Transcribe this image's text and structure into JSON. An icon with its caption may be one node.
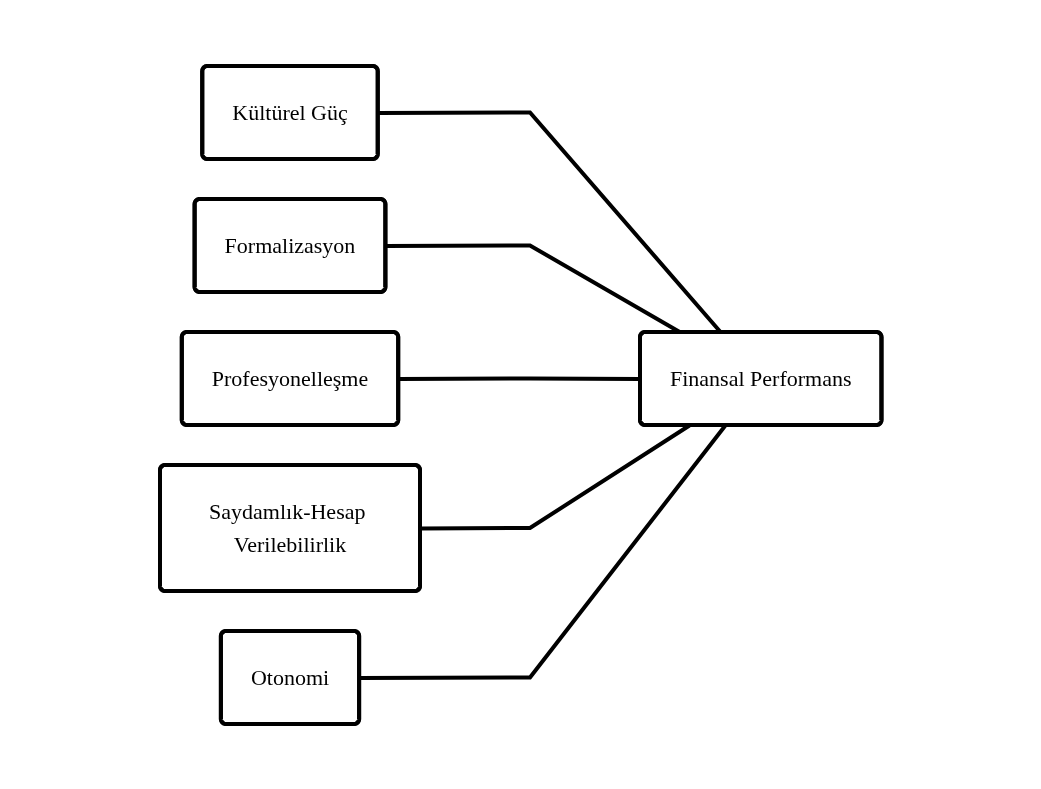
{
  "diagram": {
    "nodes": [
      {
        "text": [
          "Kültürel Güç"
        ]
      },
      {
        "text": [
          "Formalizasyon"
        ]
      },
      {
        "text": [
          "Profesyonelleşme"
        ]
      },
      {
        "text": [
          "Saydamlık-Hesap Verilebilirlik"
        ]
      },
      {
        "text": [
          "Otonomi"
        ]
      },
      {
        "text": [
          "Finansal Performans"
        ]
      }
    ],
    "edges": [
      {
        "from": 0,
        "to": 5,
        "arrow": "none"
      },
      {
        "from": 1,
        "to": 5,
        "arrow": "none"
      },
      {
        "from": 2,
        "to": 5,
        "arrow": "none"
      },
      {
        "from": 3,
        "to": 5,
        "arrow": "none"
      },
      {
        "from": 4,
        "to": 5,
        "arrow": "none"
      }
    ]
  }
}
